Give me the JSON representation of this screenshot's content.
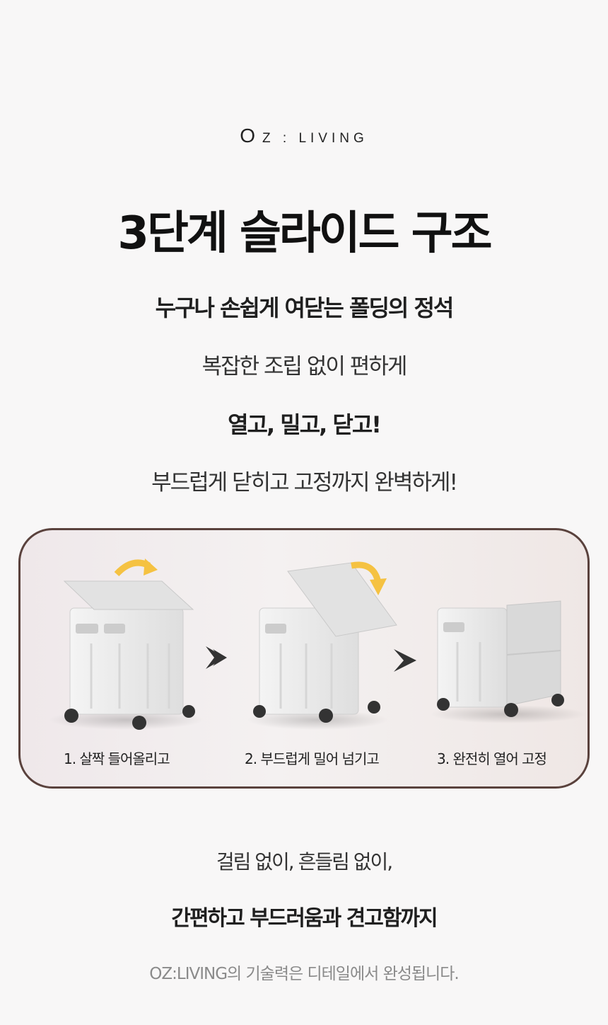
{
  "brand": {
    "part1": "O",
    "part2": "Z",
    "part3": " : LIVING"
  },
  "headline": "3단계 슬라이드 구조",
  "intro": {
    "line1": "누구나 손쉽게 여닫는 폴딩의 정석",
    "line2": "복잡한 조립 없이 편하게",
    "line3": "열고, 밀고, 닫고!",
    "line4": "부드럽게 닫히고 고정까지 완벽하게!"
  },
  "steps": [
    {
      "label": "1. 살짝 들어올리고",
      "icon": "cart-lid-lift"
    },
    {
      "label": "2. 부드럽게 밀어 넘기고",
      "icon": "cart-lid-slide"
    },
    {
      "label": "3. 완전히 열어 고정",
      "icon": "cart-lid-open"
    }
  ],
  "colors": {
    "accent_arrow": "#f5c242",
    "panel_border": "#5a423d",
    "chevron": "#333333"
  },
  "closing": {
    "line1": "걸림 없이, 흔들림 없이,",
    "line2": "간편하고 부드러움과 견고함까지",
    "line3": "OZ:LIVING의 기술력은 디테일에서 완성됩니다."
  }
}
